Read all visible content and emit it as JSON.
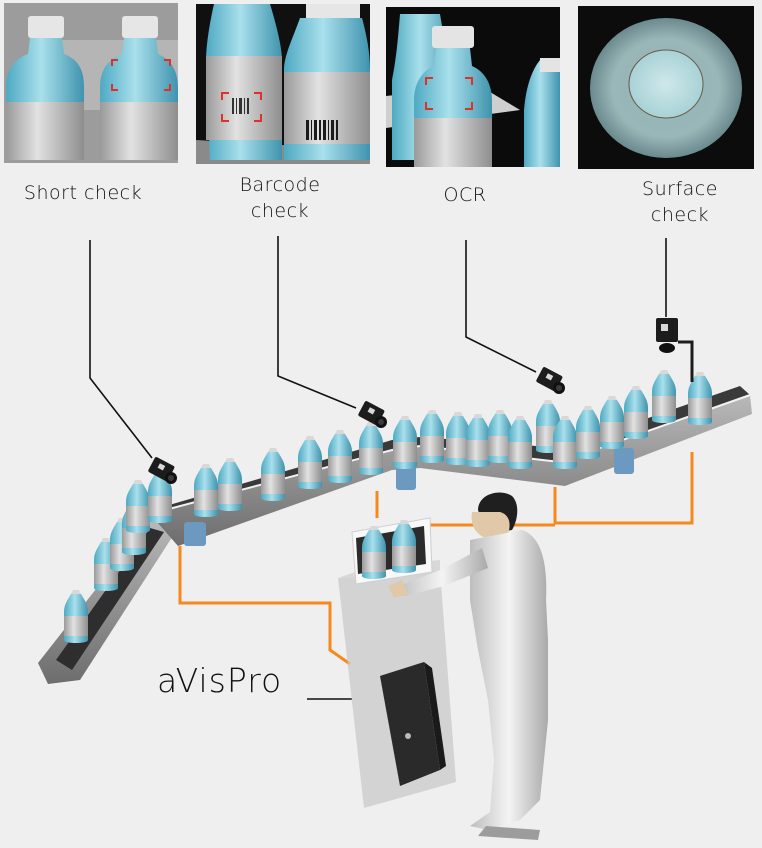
{
  "title": "Bottle inspection line with aVisPro",
  "inspections": [
    {
      "id": "short",
      "label_lines": [
        "Short check"
      ]
    },
    {
      "id": "barcode",
      "label_lines": [
        "Barcode",
        "check"
      ]
    },
    {
      "id": "ocr",
      "label_lines": [
        "OCR"
      ]
    },
    {
      "id": "surface",
      "label_lines": [
        "Surface",
        "check"
      ]
    }
  ],
  "system": {
    "label": "aVisPro"
  },
  "colors": {
    "background": "#efefef",
    "cable": "#f5891c",
    "leader": "#111111",
    "bottle": "#7fc6d8",
    "marker": "#e0302a",
    "conveyor": "#8c8c8c"
  }
}
